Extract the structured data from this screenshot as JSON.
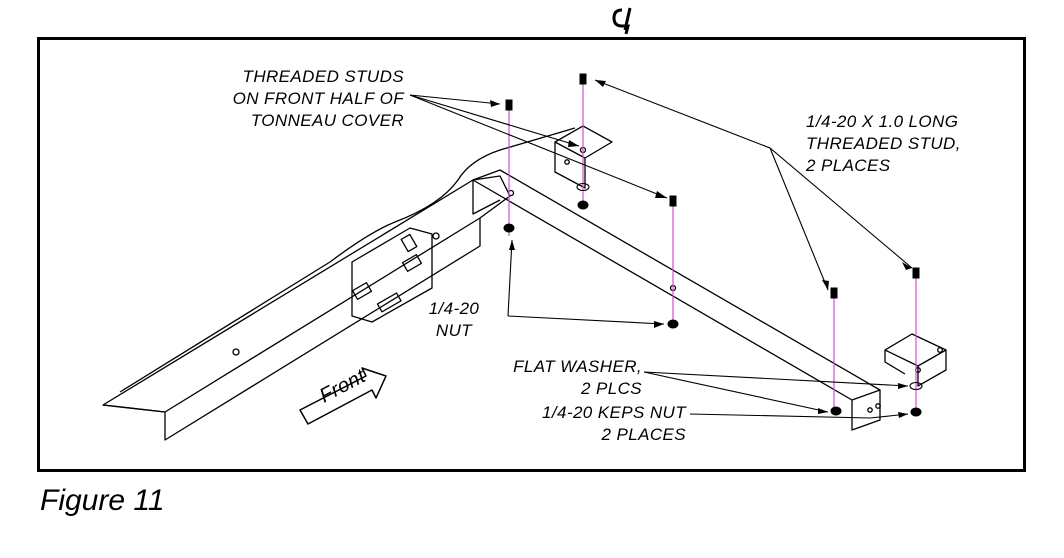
{
  "callouts": {
    "threaded_studs": [
      "THREADED STUDS",
      "ON FRONT HALF OF",
      "TONNEAU COVER"
    ],
    "long_stud": [
      "1/4-20 X 1.0 LONG",
      "THREADED STUD,",
      "2 PLACES"
    ],
    "nut": [
      "1/4-20",
      "NUT"
    ],
    "flat_washer": [
      "FLAT WASHER,",
      "2 PLCS"
    ],
    "keps_nut": [
      "1/4-20 KEPS NUT",
      "2 PLACES"
    ]
  },
  "direction_label": "Front",
  "figure_caption": "Figure 11",
  "colors": {
    "stud_axis": "#d24fd2",
    "line": "#000000"
  }
}
